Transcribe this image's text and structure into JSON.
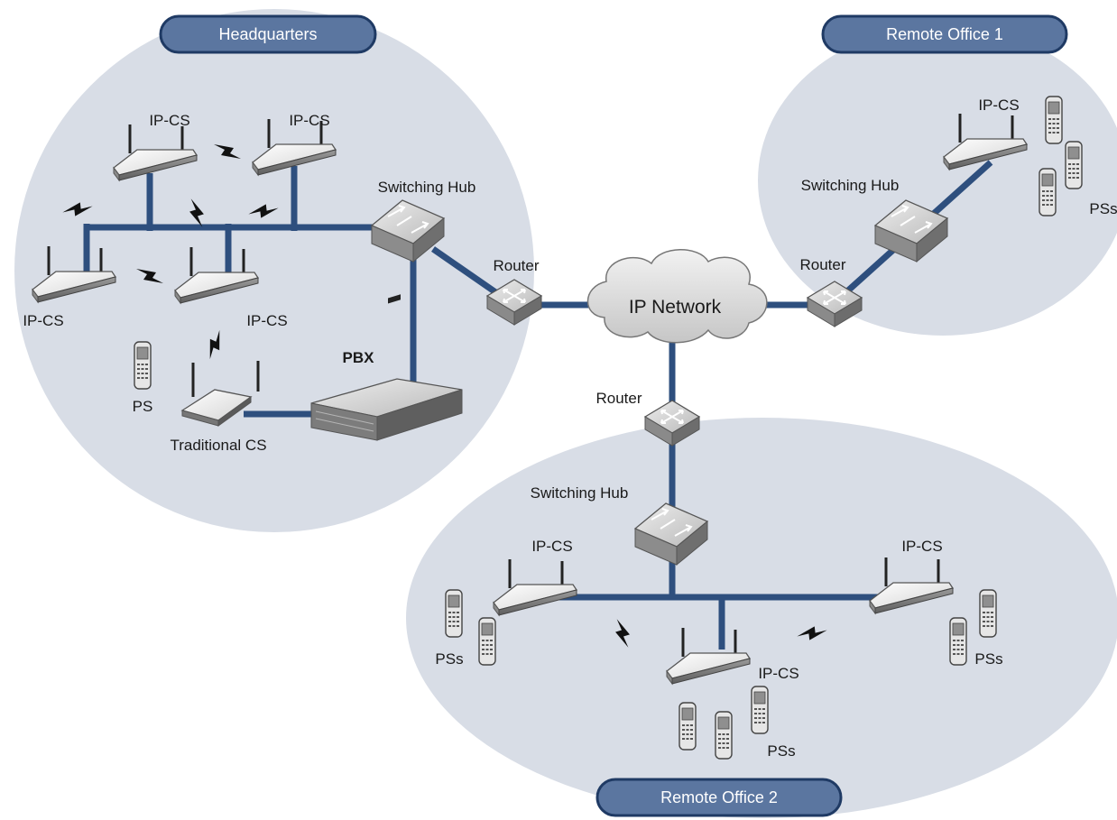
{
  "sites": {
    "headquarters": "Headquarters",
    "remote1": "Remote Office 1",
    "remote2": "Remote Office 2"
  },
  "labels": {
    "ipcs": "IP-CS",
    "switching_hub": "Switching Hub",
    "router": "Router",
    "ip_network": "IP Network",
    "pbx": "PBX",
    "ps": "PS",
    "pss": "PSs",
    "traditional_cs": "Traditional CS"
  },
  "colors": {
    "site_fill": "#d8dde6",
    "banner_fill": "#5b76a0",
    "wire": "#2e4f7e"
  },
  "icons": [
    "ip-cs-icon",
    "switching-hub-icon",
    "router-icon",
    "cloud-icon",
    "pbx-icon",
    "handset-icon",
    "wireless-signal-icon",
    "traditional-cs-icon"
  ]
}
